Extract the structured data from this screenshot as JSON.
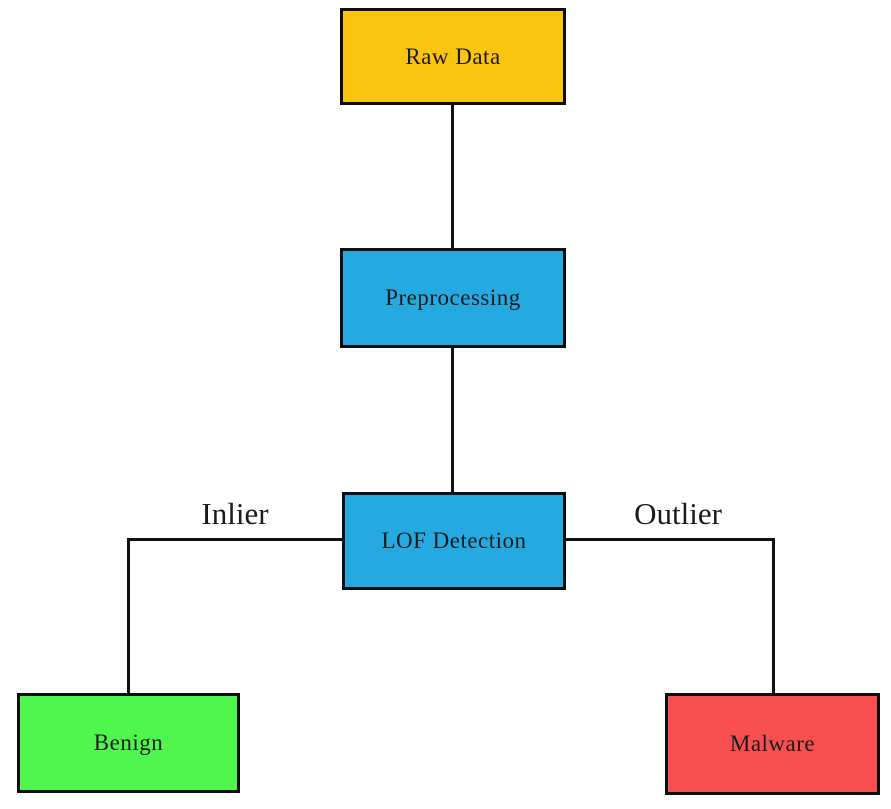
{
  "nodes": {
    "raw_data": {
      "label": "Raw Data",
      "fill": "#FBC40E",
      "fill_style": "background-color:#FBC40E"
    },
    "preprocessing": {
      "label": "Preprocessing",
      "fill": "#24A9E1",
      "fill_style": "background-color:#24A9E1"
    },
    "lof_detection": {
      "label": "LOF Detection",
      "fill": "#24A9E1",
      "fill_style": "background-color:#24A9E1"
    },
    "benign": {
      "label": "Benign",
      "fill": "#4EF64E",
      "fill_style": "background-color:#4EF64E"
    },
    "malware": {
      "label": "Malware",
      "fill": "#F85050",
      "fill_style": "background-color:#F85050"
    }
  },
  "edge_labels": {
    "inlier": {
      "label": "Inlier"
    },
    "outlier": {
      "label": "Outlier"
    }
  },
  "colors": {
    "background": "#FFFFFF",
    "border": "#0D0D0D",
    "line": "#111111",
    "text": "#1A1A1A"
  }
}
